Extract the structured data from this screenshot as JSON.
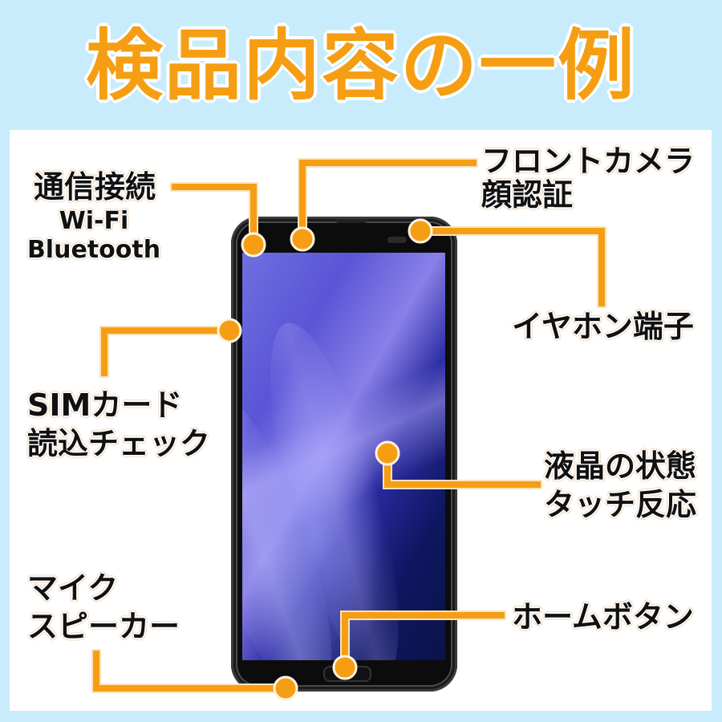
{
  "title": "検品内容の一例",
  "colors": {
    "background": "#c8ecfb",
    "panel": "#ffffff",
    "accent": "#f59e14",
    "text": "#111111",
    "title": "#f59e14"
  },
  "labels": {
    "connectivity": {
      "heading": "通信接続",
      "line1": "Wi-Fi",
      "line2": "Bluetooth"
    },
    "front_camera": {
      "line1": "フロントカメラ",
      "line2": "顔認証"
    },
    "earphone": {
      "line1": "イヤホン端子"
    },
    "sim": {
      "line1": "SIMカード",
      "line2": "読込チェック"
    },
    "display": {
      "line1": "液晶の状態",
      "line2": "タッチ反応"
    },
    "mic_speaker": {
      "line1": "マイク",
      "line2": "スピーカー"
    },
    "home_button": {
      "line1": "ホームボタン"
    }
  },
  "phone": {
    "image": "smartphone-front-view"
  }
}
